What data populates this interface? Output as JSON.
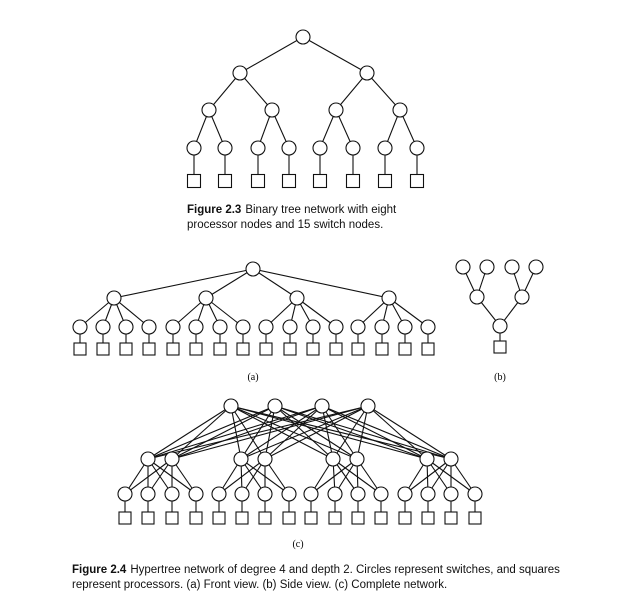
{
  "figure_2_3": {
    "number": "Figure 2.3",
    "caption": "Binary tree network with eight processor nodes and 15 switch nodes."
  },
  "figure_2_4": {
    "number": "Figure 2.4",
    "caption": "Hypertree network of degree 4 and depth 2. Circles represent switches, and squares represent processors. (a) Front view. (b) Side view. (c) Complete network."
  },
  "subfigure_labels": {
    "a": "(a)",
    "b": "(b)",
    "c": "(c)"
  }
}
